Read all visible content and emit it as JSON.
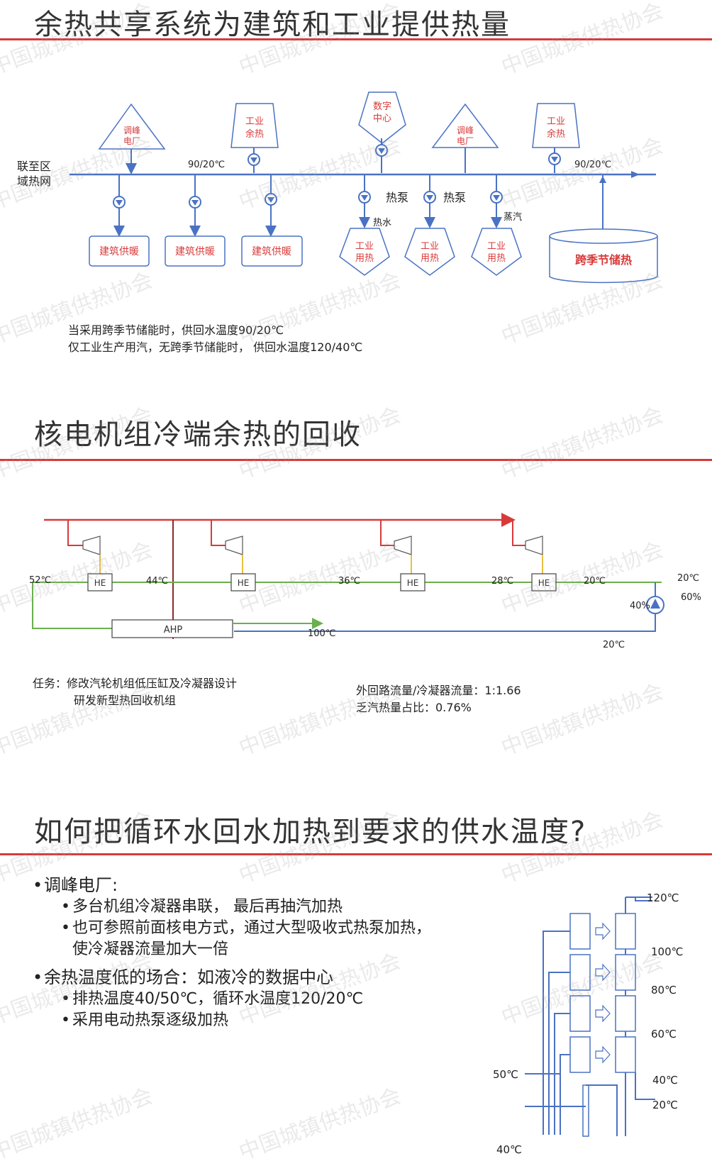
{
  "watermark": "中国城镇供热协会",
  "slide1": {
    "title": "余热共享系统为建筑和工业提供热量",
    "grid_label_line1": "联至区",
    "grid_label_line2": "域热网",
    "temp_left": "90/20℃",
    "temp_right": "90/20℃",
    "sources": [
      {
        "line1": "调峰",
        "line2": "电厂"
      },
      {
        "line1": "工业",
        "line2": "余热"
      },
      {
        "line1": "数字",
        "line2": "中心"
      },
      {
        "line1": "调峰",
        "line2": "电厂"
      },
      {
        "line1": "工业",
        "line2": "余热"
      }
    ],
    "buildings": [
      "建筑供暖",
      "建筑供暖",
      "建筑供暖"
    ],
    "heat_pump_1": "热泵",
    "heat_pump_2": "热泵",
    "hot_water": "热水",
    "steam": "蒸汽",
    "industry": [
      {
        "line1": "工业",
        "line2": "用热"
      },
      {
        "line1": "工业",
        "line2": "用热"
      },
      {
        "line1": "工业",
        "line2": "用热"
      }
    ],
    "storage": "跨季节储热",
    "note_line1": "当采用跨季节储能时，供回水温度90/20℃",
    "note_line2": "仅工业生产用汽，无跨季节储能时， 供回水温度120/40℃"
  },
  "slide2": {
    "title": "核电机组冷端余热的回收",
    "he_label": "HE",
    "ahp_label": "AHP",
    "temps": {
      "t52": "52℃",
      "t44": "44℃",
      "t36": "36℃",
      "t28": "28℃",
      "t20a": "20℃",
      "t20b": "20℃",
      "t20c": "20℃",
      "t100": "100℃"
    },
    "pct40": "40%",
    "pct60": "60%",
    "task_line1": "任务：修改汽轮机组低压缸及冷凝器设计",
    "task_line2": "研发新型热回收机组",
    "ratio_line1": "外回路流量/冷凝器流量：1:1.66",
    "ratio_line2": "乏汽热量占比：0.76%"
  },
  "slide3": {
    "title": "如何把循环水回水加热到要求的供水温度?",
    "b1": "调峰电厂:",
    "b1_1": "多台机组冷凝器串联， 最后再抽汽加热",
    "b1_2a": "也可参照前面核电方式，通过大型吸收式热泵加热，",
    "b1_2b": "使冷凝器流量加大一倍",
    "b2": "余热温度低的场合：如液冷的数据中心",
    "b2_1": "排热温度40/50℃，循环水温度120/20℃",
    "b2_2": "采用电动热泵逐级加热",
    "diag_temps": {
      "t120": "120℃",
      "t100": "100℃",
      "t80": "80℃",
      "t60": "60℃",
      "t40r": "40℃",
      "t20r": "20℃",
      "t50": "50℃",
      "t40l": "40℃"
    }
  },
  "colors": {
    "blue": "#4a72c4",
    "red": "#d83a3a",
    "green": "#6ab04c",
    "yellow": "#e8c040"
  }
}
